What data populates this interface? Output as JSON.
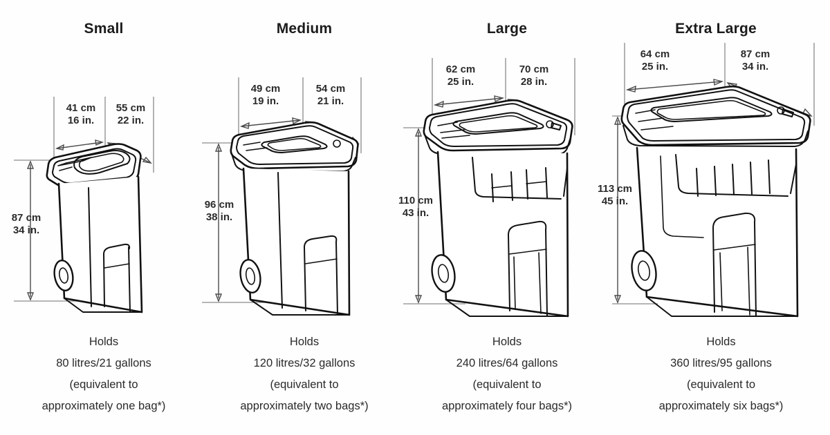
{
  "diagram": {
    "title_row": [
      "Small",
      "Medium",
      "Large",
      "Extra Large"
    ],
    "footnote_marker": "*"
  },
  "bins": [
    {
      "name": "Small",
      "heading": "Small",
      "width_dim": {
        "cm": "41 cm",
        "in": "16 in."
      },
      "depth_dim": {
        "cm": "55 cm",
        "in": "22 in."
      },
      "height_dim": {
        "cm": "87 cm",
        "in": "34 in."
      },
      "caption": {
        "line1": "Holds",
        "line2": "80 litres/21 gallons",
        "line3": "(equivalent to",
        "line4": "approximately one bag*)"
      }
    },
    {
      "name": "Medium",
      "heading": "Medium",
      "width_dim": {
        "cm": "49 cm",
        "in": "19 in."
      },
      "depth_dim": {
        "cm": "54 cm",
        "in": "21 in."
      },
      "height_dim": {
        "cm": "96 cm",
        "in": "38 in."
      },
      "caption": {
        "line1": "Holds",
        "line2": "120 litres/32 gallons",
        "line3": "(equivalent to",
        "line4": "approximately two bags*)"
      }
    },
    {
      "name": "Large",
      "heading": "Large",
      "width_dim": {
        "cm": "62 cm",
        "in": "25 in."
      },
      "depth_dim": {
        "cm": "70 cm",
        "in": "28 in."
      },
      "height_dim": {
        "cm": "110 cm",
        "in": "43 in."
      },
      "caption": {
        "line1": "Holds",
        "line2": "240 litres/64 gallons",
        "line3": "(equivalent to",
        "line4": "approximately four bags*)"
      }
    },
    {
      "name": "Extra Large",
      "heading": "Extra Large",
      "width_dim": {
        "cm": "64 cm",
        "in": "25 in."
      },
      "depth_dim": {
        "cm": "87 cm",
        "in": "34 in."
      },
      "height_dim": {
        "cm": "113 cm",
        "in": "45 in."
      },
      "caption": {
        "line1": "Holds",
        "line2": "360 litres/95 gallons",
        "line3": "(equivalent to",
        "line4": "approximately six bags*)"
      }
    }
  ],
  "colors": {
    "background": "#ffffff",
    "ink": "#111111",
    "dimension_line": "#6a6a6a",
    "text": "#1a1a1a"
  }
}
